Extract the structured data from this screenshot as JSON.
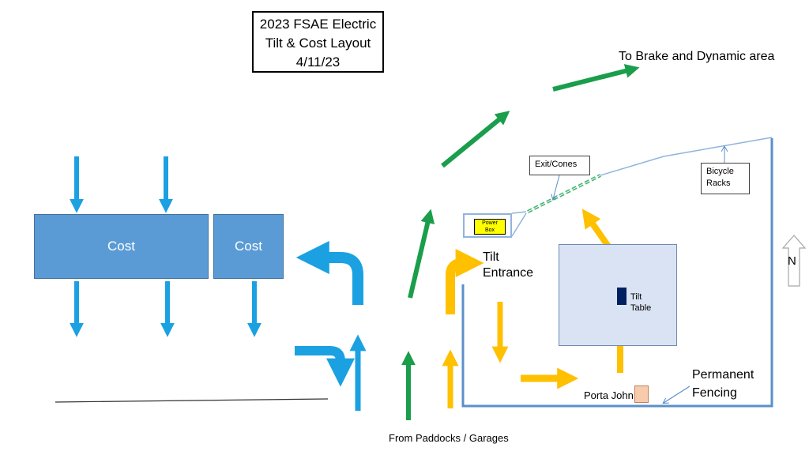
{
  "title": {
    "line1": "2023 FSAE Electric",
    "line2": "Tilt & Cost Layout",
    "line3": "4/11/23"
  },
  "areas": {
    "cost_large": "Cost",
    "cost_small": "Cost",
    "tilt_table_line1": "Tilt",
    "tilt_table_line2": "Table",
    "porta_john": "Porta John",
    "power_box_line1": "Power",
    "power_box_line2": "Box"
  },
  "labels": {
    "to_brake": "To Brake and Dynamic area",
    "tilt_entrance_line1": "Tilt",
    "tilt_entrance_line2": "Entrance",
    "permanent_fencing_line1": "Permanent",
    "permanent_fencing_line2": "Fencing",
    "from_paddocks": "From Paddocks / Garages",
    "north": "N"
  },
  "callouts": {
    "exit_cones": "Exit/Cones",
    "bicycle_racks_line1": "Bicycle",
    "bicycle_racks_line2": "Racks"
  },
  "colors": {
    "cost_fill": "#5b9bd5",
    "blue_arrow": "#1ba1e2",
    "green_arrow": "#1a9e4b",
    "yellow_arrow": "#ffc000",
    "fence": "#5b8fc9",
    "tilt_area_fill": "#dae3f3"
  }
}
